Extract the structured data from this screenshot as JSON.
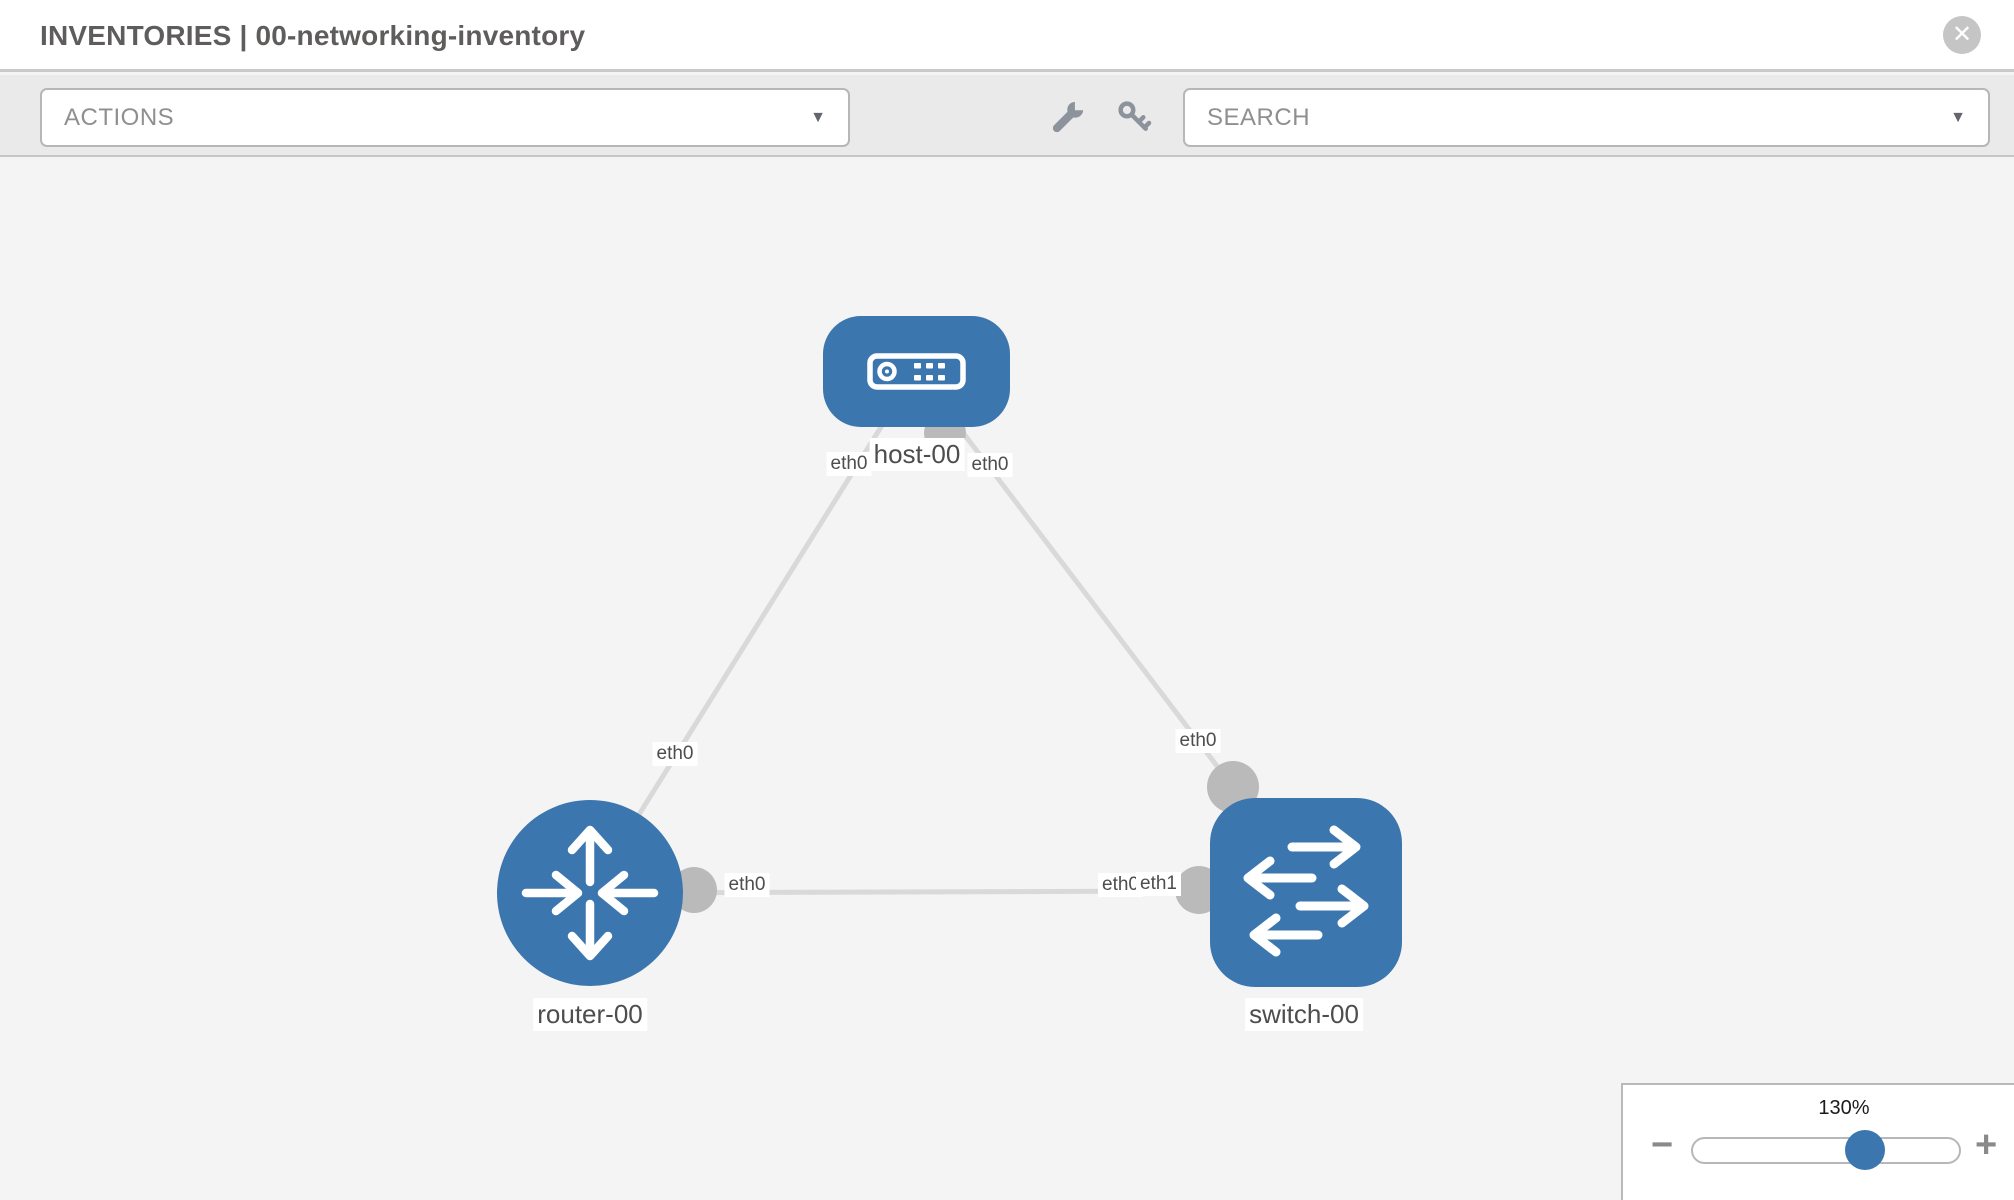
{
  "header": {
    "title": "INVENTORIES | 00-networking-inventory",
    "close_glyph": "✕"
  },
  "toolbar": {
    "actions_label": "ACTIONS",
    "search_placeholder": "SEARCH",
    "caret_glyph": "▼",
    "icons": [
      "wrench-icon",
      "key-icon"
    ]
  },
  "canvas": {
    "nodes": [
      {
        "id": "host-00",
        "label": "host-00",
        "type": "host"
      },
      {
        "id": "router-00",
        "label": "router-00",
        "type": "router"
      },
      {
        "id": "switch-00",
        "label": "switch-00",
        "type": "switch"
      }
    ],
    "links": [
      {
        "from": "host-00",
        "from_iface": "eth0",
        "to": "router-00",
        "to_iface": "eth0"
      },
      {
        "from": "host-00",
        "from_iface": "eth0",
        "to": "switch-00",
        "to_iface": "eth0"
      },
      {
        "from": "router-00",
        "from_iface": "eth0",
        "to": "switch-00",
        "to_iface": "eth1",
        "to_iface_overlap": "eth0"
      }
    ],
    "colors": {
      "node_fill": "#3b76af",
      "connector_fill": "#bababa",
      "link_stroke": "#d9d9d9",
      "canvas_bg": "#f4f4f4"
    }
  },
  "zoom_control": {
    "percent": "130%",
    "minus_glyph": "−",
    "plus_glyph": "+"
  }
}
